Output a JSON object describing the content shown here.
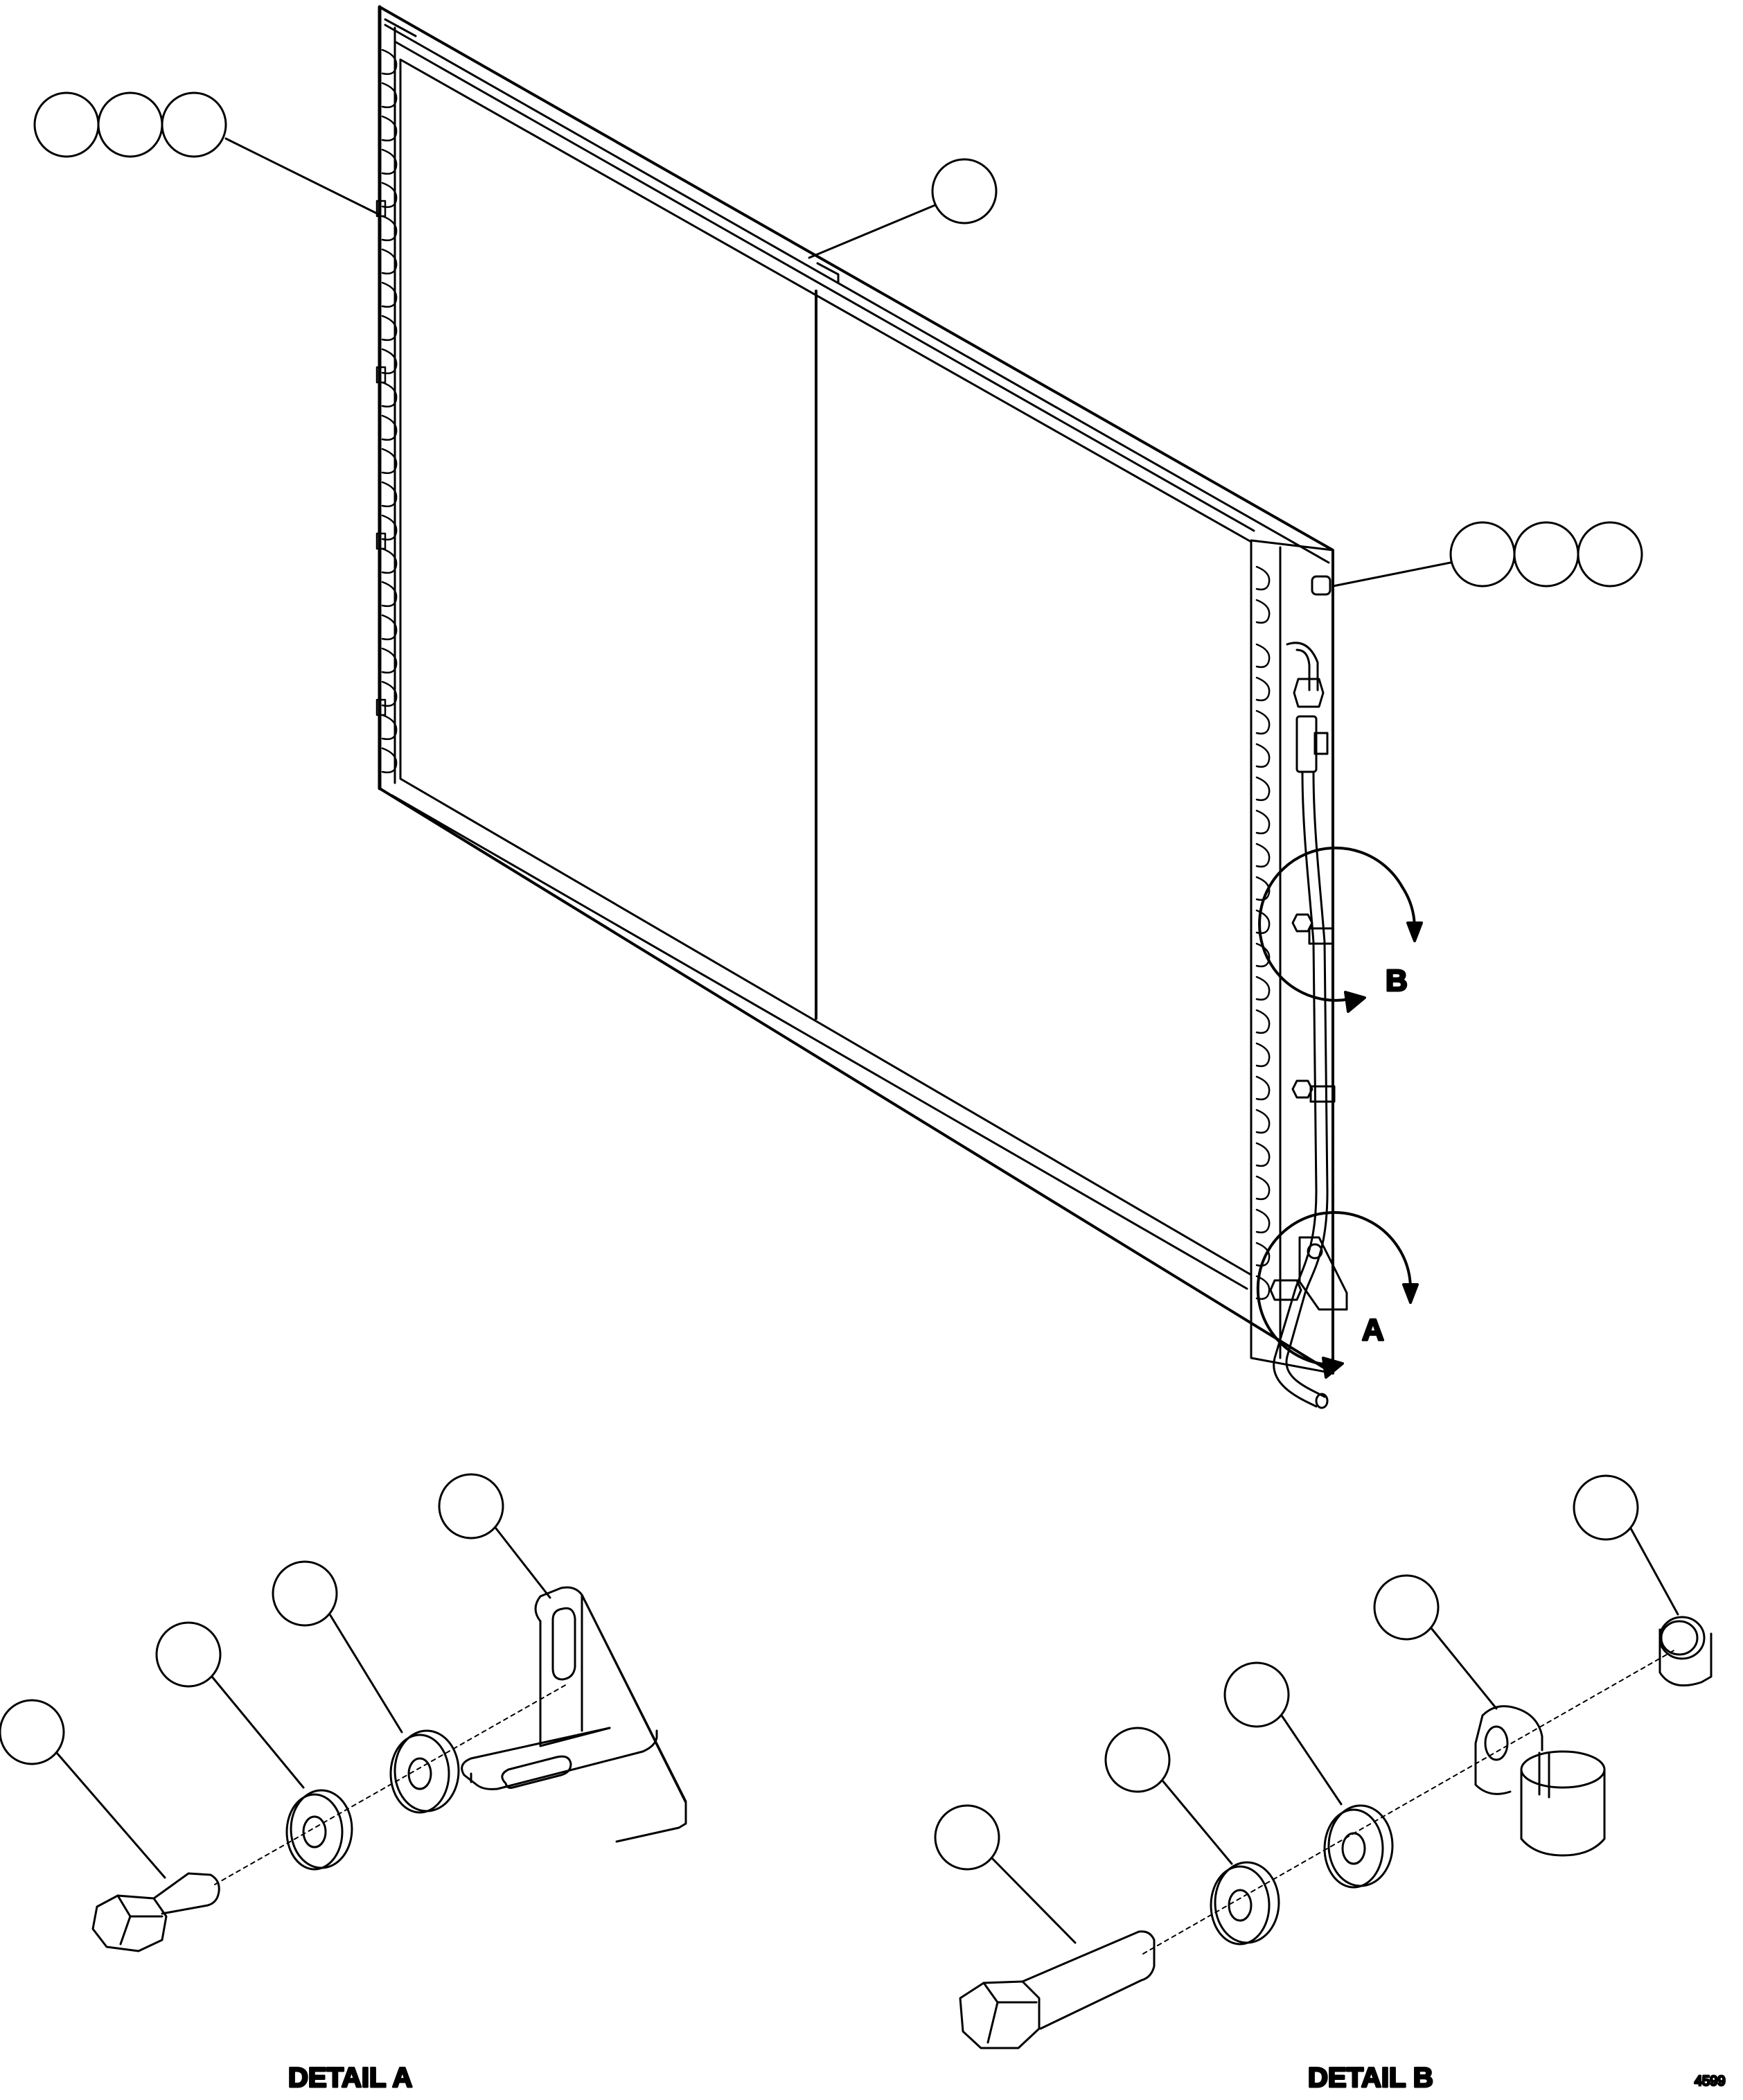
{
  "labels": {
    "view_b": "B",
    "view_a": "A",
    "detail_a_caption": "DETAIL A",
    "detail_b_caption": "DETAIL B",
    "figure_ref": "4599"
  },
  "colors": {
    "line": "#000000",
    "background": "#ffffff"
  }
}
